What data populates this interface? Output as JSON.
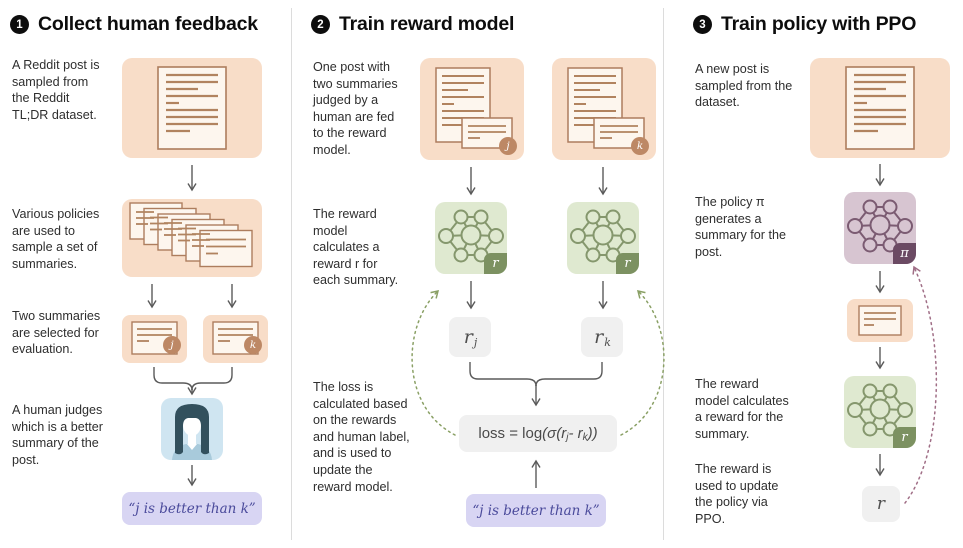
{
  "col1": {
    "badge": "1",
    "title": "Collect human feedback",
    "text1": "A Reddit post is\nsampled from\nthe Reddit\nTL;DR dataset.",
    "text2": "Various policies\nare used to\nsample a set of\nsummaries.",
    "text3": "Two summaries\nare selected for\nevaluation.",
    "text4": "A human judges\nwhich is a better\nsummary of the\npost.",
    "badge_j": "j",
    "badge_k": "k",
    "verdict": "“j is better than k”"
  },
  "col2": {
    "badge": "2",
    "title": "Train reward model",
    "text1": "One post with\ntwo summaries\njudged by a\nhuman are fed\nto the reward\nmodel.",
    "text2": "The reward\nmodel\ncalculates a\nreward r for\neach summary.",
    "text3": "The loss is\ncalculated based\non the rewards\nand human label,\nand is used to\nupdate the\nreward model.",
    "badge_j": "j",
    "badge_k": "k",
    "reward_badge": "r",
    "rj": {
      "base": "r",
      "sub": "j"
    },
    "rk": {
      "base": "r",
      "sub": "k"
    },
    "loss": {
      "prefix": "loss = log",
      "var1": "(σ(r",
      "sub1": "j",
      "mid": " - r",
      "sub2": "k",
      "suffix": "))"
    },
    "verdict": "“j is better than k”"
  },
  "col3": {
    "badge": "3",
    "title": "Train policy with PPO",
    "text1": "A new post is\nsampled from the\ndataset.",
    "text2": "The policy π\ngenerates a\nsummary for the\npost.",
    "text3": "The reward\nmodel calculates\na reward for the\nsummary.",
    "text4": "The reward is\nused to update\nthe policy via\nPPO.",
    "policy_badge": "π",
    "reward_badge": "r",
    "reward_out": "r"
  },
  "palette": {
    "peach_bg": "#f8ddc8",
    "doc_brown": "#b1835f",
    "green_bg": "#dfe9d0",
    "green_dark": "#7c9161",
    "mauve_bg": "#d7c5d1",
    "mauve_dark": "#6b4a63",
    "blue_bg": "#cfe5f1",
    "hair_dark": "#32505d",
    "gray_box": "#f0f0f0",
    "purple_bg": "#d8d5f3",
    "purple_text": "#4a4a9b",
    "badge_brown": "#bd8865"
  }
}
